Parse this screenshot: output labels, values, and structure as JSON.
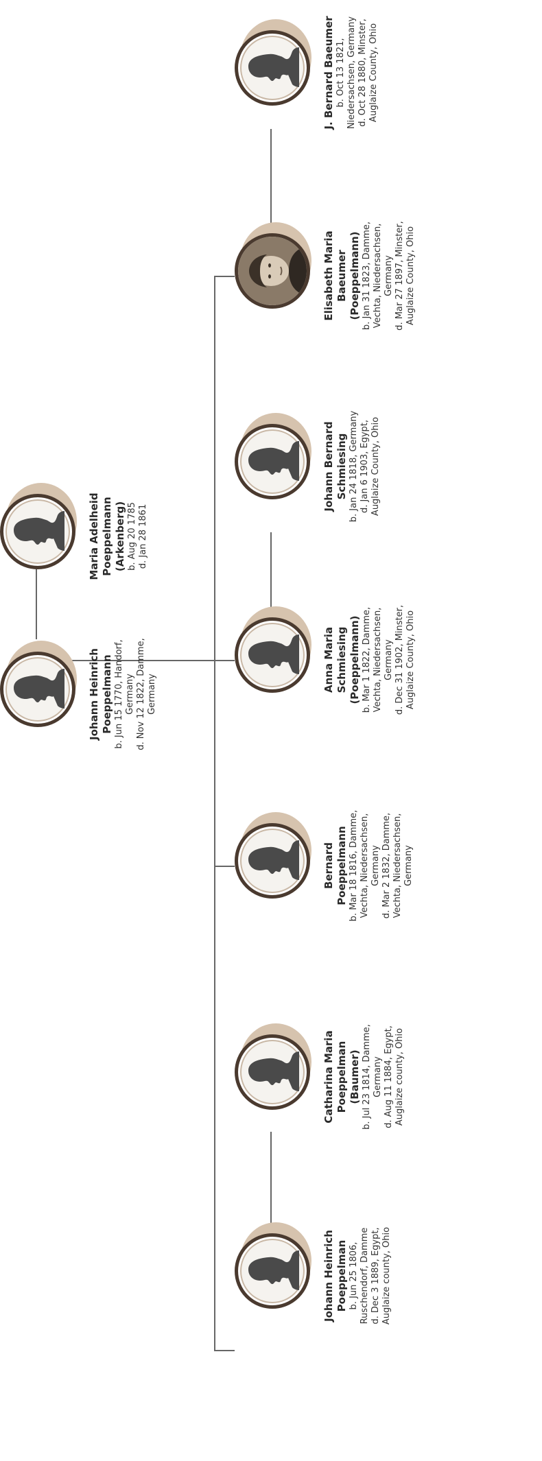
{
  "people": {
    "father": {
      "name_lines": [
        "Johann Heinrich",
        "Poeppelmann"
      ],
      "detail_lines": [
        "b. Jun 15 1770, Handorf,",
        "Germany",
        "d. Nov 12 1822, Damme,",
        "Germany"
      ],
      "portrait": "silhouette-icon"
    },
    "mother": {
      "name_lines": [
        "Maria Adelheid",
        "Poeppelmann",
        "(Arkenberg)"
      ],
      "detail_lines": [
        "b. Aug 20 1785",
        "d. Jan 28 1861"
      ],
      "portrait": "silhouette-icon"
    },
    "child1": {
      "name_lines": [
        "Johann Heinrich",
        "Poeppelman"
      ],
      "detail_lines": [
        "b. Jun 25 1806,",
        "Ruschendorf, Damme",
        "d. Dec 3 1889, Egypt,",
        "Auglaize county, Ohio"
      ],
      "portrait": "silhouette-icon"
    },
    "child1_spouse": {
      "name_lines": [
        "Catharina Maria",
        "Poeppelman",
        "(Baumer)"
      ],
      "detail_lines": [
        "b. Jul 23 1814, Damme,",
        "Germany",
        "d. Aug 11 1884, Egypt,",
        "Auglaize county, Ohio"
      ],
      "portrait": "silhouette-icon"
    },
    "child2": {
      "name_lines": [
        "Bernard",
        "Poeppelmann"
      ],
      "detail_lines": [
        "b. Mar 18 1816, Damme,",
        "Vechta, Niedersachsen,",
        "Germany",
        "d. Mar 2 1832, Damme,",
        "Vechta, Niedersachsen,",
        "Germany"
      ],
      "portrait": "silhouette-icon"
    },
    "child3": {
      "name_lines": [
        "Anna Maria",
        "Schmiesing",
        "(Poeppelmann)"
      ],
      "detail_lines": [
        "b. Mar 1 1822, Damme,",
        "Vechta, Niedersachsen,",
        "Germany",
        "d. Dec 31 1902, Minster,",
        "Auglaize County, Ohio"
      ],
      "portrait": "silhouette-icon"
    },
    "child3_spouse": {
      "name_lines": [
        "Johann Bernard",
        "Schmiesing"
      ],
      "detail_lines": [
        "b. Jan 24 1818, Germany",
        "d. Jan 6 1903, Egypt,",
        "Auglaize County, Ohio"
      ],
      "portrait": "silhouette-icon"
    },
    "child4": {
      "name_lines": [
        "Elisabeth Maria",
        "Baeumer",
        "(Poeppelmann)"
      ],
      "detail_lines": [
        "b. Jan 31 1823, Damme,",
        "Vechta, Niedersachsen,",
        "Germany",
        "d. Mar 27 1897, Minster,",
        "Auglaize County, Ohio"
      ],
      "portrait": "photo"
    },
    "child4_spouse": {
      "name_lines": [
        "J. Bernard Baeumer"
      ],
      "detail_lines": [
        "b. Oct 13 1821,",
        "Niedersachsen, Germany",
        "d. Oct 28 1880, Minster,",
        "Auglaize County, Ohio"
      ],
      "portrait": "silhouette-icon"
    }
  }
}
